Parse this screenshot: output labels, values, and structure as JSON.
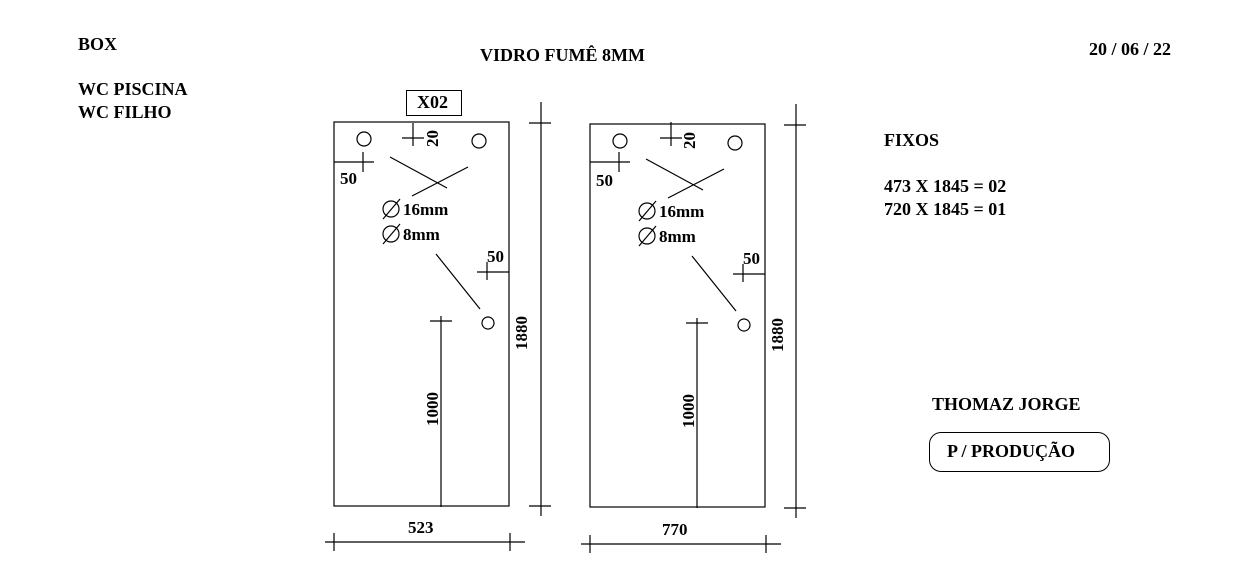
{
  "header": {
    "box_label": "BOX",
    "location_1": "WC PISCINA",
    "location_2": "WC FILHO",
    "title": "VIDRO FUMÊ 8MM",
    "date": "20 / 06 / 22"
  },
  "drawing": {
    "tag": "X02",
    "panels": [
      {
        "width": "523",
        "height": "1880",
        "hole_offset_top": "20",
        "hole_offset_side": "50",
        "hole_offset_edge": "50",
        "handle_height": "1000",
        "large_hole": "16mm",
        "small_hole": "8mm"
      },
      {
        "width": "770",
        "height": "1880",
        "hole_offset_top": "20",
        "hole_offset_side": "50",
        "hole_offset_edge": "50",
        "handle_height": "1000",
        "large_hole": "16mm",
        "small_hole": "8mm"
      }
    ],
    "diameter_symbol": "∅"
  },
  "summary": {
    "heading": "FIXOS",
    "line_1": "473 X 1845 = 02",
    "line_2": "720 X 1845 = 01"
  },
  "footer": {
    "client": "THOMAZ  JORGE",
    "status": "P / PRODUÇÃO"
  }
}
